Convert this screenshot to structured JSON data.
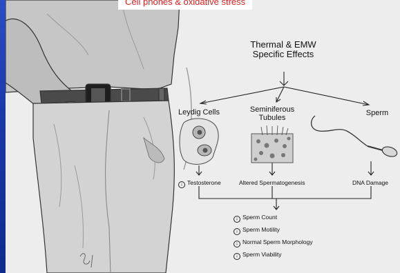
{
  "slide": {
    "title": "Cell phones & oxidative stress"
  },
  "diagram": {
    "root": "Thermal & EMW\nSpecific Effects",
    "branches": [
      {
        "label": "Leydig Cells",
        "result": "Testosterone",
        "result_marker": "↓"
      },
      {
        "label": "Seminiferous\nTubules",
        "result": "Altered Spermatogenesis",
        "result_marker": ""
      },
      {
        "label": "Sperm",
        "result": "DNA Damage",
        "result_marker": ""
      }
    ],
    "outcomes": [
      {
        "marker": "↓",
        "text": "Sperm Count"
      },
      {
        "marker": "↓",
        "text": "Sperm Motility"
      },
      {
        "marker": "↓",
        "text": "Normal Sperm Morphology"
      },
      {
        "marker": "↓",
        "text": "Sperm Viability"
      }
    ]
  },
  "colors": {
    "frame": "#1f3fae",
    "title_text": "#e02020",
    "panel": "#ededed"
  }
}
